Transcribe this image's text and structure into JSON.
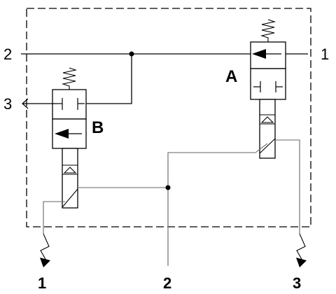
{
  "diagram": {
    "ports": {
      "left_top": "2",
      "left_exhaust": "3",
      "right_inlet": "1",
      "bottom_left": "1",
      "bottom_mid": "2",
      "bottom_right": "3"
    },
    "valves": {
      "upper_right": "A",
      "left": "B"
    }
  }
}
